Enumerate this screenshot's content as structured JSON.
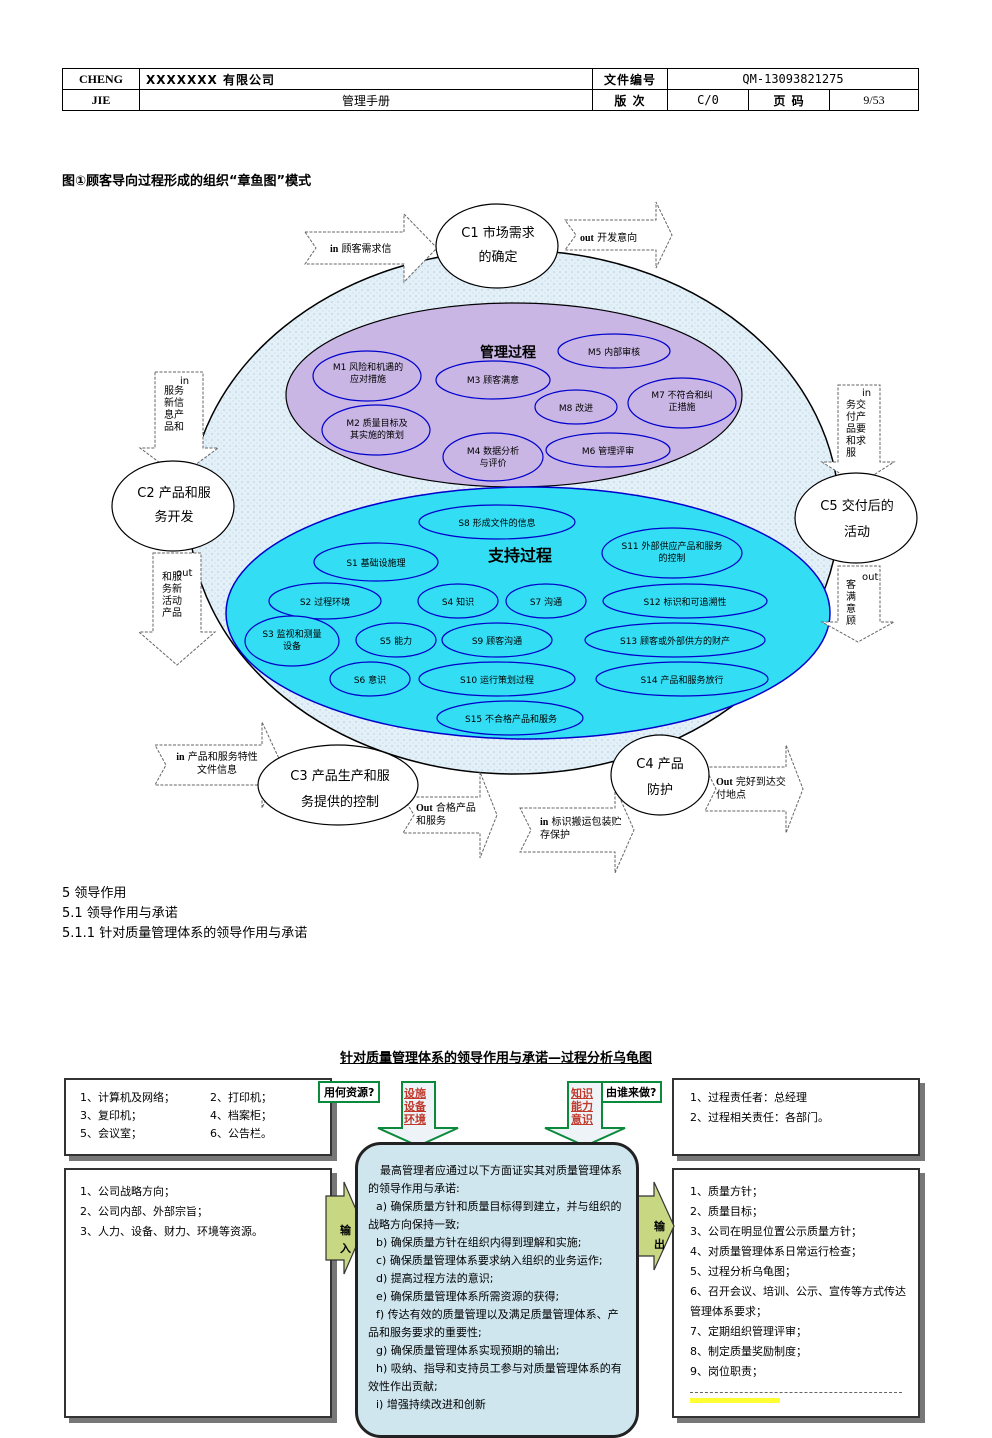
{
  "header": {
    "company_code_line1": "CHENG",
    "company_code_line2": "JIE",
    "company_name": "XXXXXXX 有限公司",
    "doc_no_label": "文件编号",
    "doc_no": "QM-13093821275",
    "manual_title": "管理手册",
    "version_label": "版 次",
    "version": "C/0",
    "page_label": "页 码",
    "page": "9/53"
  },
  "figure": {
    "title": "图①顾客导向过程形成的组织“章鱼图”模式",
    "mgmt_title": "管理过程",
    "support_title": "支持过程",
    "mgmt_items": [
      "M1 风险和机遇的应对措施",
      "M3 顾客满意",
      "M5 内部审核",
      "M8 改进",
      "M7 不符合和纠正措施",
      "M2 质量目标及其实施的策划",
      "M4 数据分析与评价",
      "M6 管理评审"
    ],
    "support_items": [
      "S8 形成文件的信息",
      "S1 基础设施理",
      "S11 外部供应产品和服务的控制",
      "S2 过程环境",
      "S4 知识",
      "S7 沟通",
      "S12 标识和可追溯性",
      "S3 监视和测量设备",
      "S5 能力",
      "S9 顾客沟通",
      "S13 顾客或外部供方的财产",
      "S6 意识",
      "S10 运行策划过程",
      "S14 产品和服务放行",
      "S15 不合格产品和服务"
    ],
    "c1": "C1 市场需求的确定",
    "c2": "C2 产品和服务开发",
    "c3": "C3 产品生产和服务提供的控制",
    "c4": "C4 产品防护",
    "c5": "C5 交付后的活动",
    "arrows": {
      "c1_in_kw": "in",
      "c1_in": "顾客需求信",
      "c1_out_kw": "out",
      "c1_out": "开发意向",
      "c2_in_kw": "in",
      "c2_in": "服务新信息产品和",
      "c2_out_kw": "out",
      "c2_out": "和服务新活动产品",
      "c3_in_kw": "in",
      "c3_in": "产品和服务特性文件信息",
      "c3_out_kw": "Out",
      "c3_out": "合格产品和服务",
      "c4_in_kw": "in",
      "c4_in": "标识搬运包装贮存保护",
      "c4_out_kw": "Out",
      "c4_out": "完好到达交付地点",
      "c5_in_kw": "in",
      "c5_in": "务交付产品要和求服",
      "c5_out_kw": "out",
      "c5_out": "客满意顾"
    }
  },
  "sections": [
    "5 领导作用",
    "5.1 领导作用与承诺",
    "5.1.1 针对质量管理体系的领导作用与承诺"
  ],
  "turtle": {
    "title": "针对质量管理体系的领导作用与承诺—过程分析乌龟图",
    "resources": [
      "1、计算机及网络；",
      "2、打印机；",
      "3、复印机；",
      "4、档案柜；",
      "5、会议室；",
      "6、公告栏。"
    ],
    "resource_tag": "用何资源?",
    "resource_red": [
      "设施",
      "设备",
      "环境"
    ],
    "who_tag": "由谁来做?",
    "who_red": [
      "知识",
      "能力",
      "意识"
    ],
    "who_lines": [
      "1、过程责任者：总经理",
      "2、过程相关责任：各部门。"
    ],
    "input_lines": [
      "1、公司战略方向；",
      "2、公司内部、外部宗旨；",
      "3、人力、设备、财力、环境等资源。"
    ],
    "input_label": "输入",
    "output_label": "输出",
    "center_lines": [
      "最高管理者应通过以下方面证实其对质量管理体系的领导作用与承诺:",
      "a) 确保质量方针和质量目标得到建立，并与组织的战略方向保持一致;",
      "b) 确保质量方针在组织内得到理解和实施;",
      "c) 确保质量管理体系要求纳入组织的业务运作;",
      "d) 提高过程方法的意识;",
      "e) 确保质量管理体系所需资源的获得;",
      "f) 传达有效的质量管理以及满足质量管理体系、产品和服务要求的重要性;",
      "g) 确保质量管理体系实现预期的输出;",
      "h) 吸纳、指导和支持员工参与对质量管理体系的有效性作出贡献;",
      "i) 增强持续改进和创新"
    ],
    "output_lines": [
      "1、质量方针；",
      "2、质量目标；",
      "3、公司在明显位置公示质量方针；",
      "4、对质量管理体系日常运行检查；",
      "5、过程分析乌龟图；",
      "6、召开会议、培训、公示、宣传等方式传达管理体系要求；",
      "7、定期组织管理评审；",
      "8、制定质量奖励制度；",
      "9、岗位职责；"
    ]
  }
}
